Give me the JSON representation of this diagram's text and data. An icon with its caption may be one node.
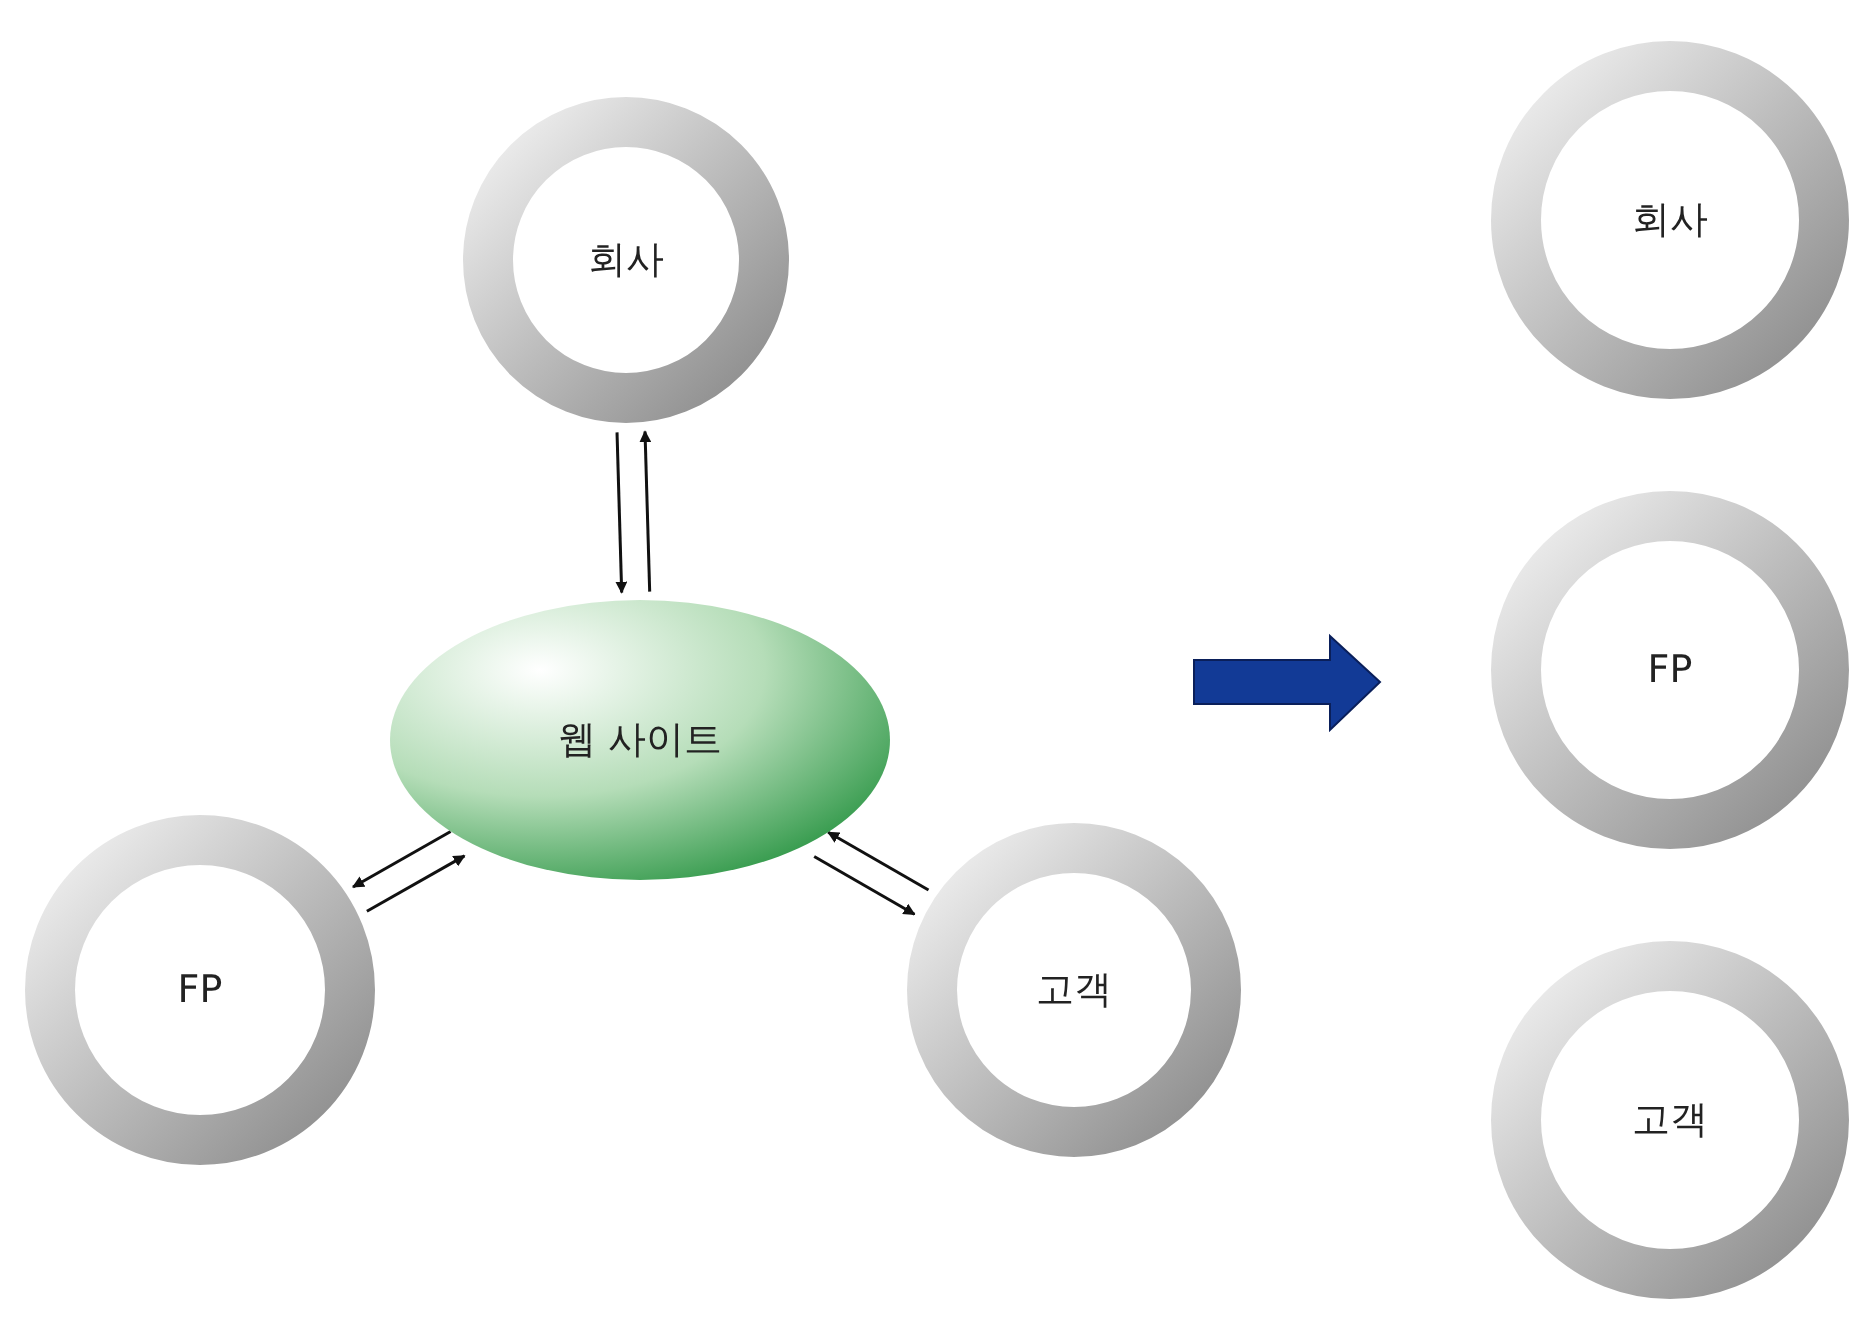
{
  "diagram": {
    "nodes": [
      {
        "text": [
          "회사"
        ]
      },
      {
        "text": [
          "웹 사이트"
        ]
      },
      {
        "text": [
          "FP"
        ]
      },
      {
        "text": [
          "고객"
        ]
      },
      {
        "text": [
          "회사"
        ]
      },
      {
        "text": [
          "FP"
        ]
      },
      {
        "text": [
          "고객"
        ]
      }
    ],
    "edges": [
      {
        "from": 0,
        "to": 1,
        "arrow": "to"
      },
      {
        "from": 1,
        "to": 0,
        "arrow": "to"
      },
      {
        "from": 1,
        "to": 2,
        "arrow": "to"
      },
      {
        "from": 2,
        "to": 1,
        "arrow": "to"
      },
      {
        "from": 1,
        "to": 3,
        "arrow": "to"
      },
      {
        "from": 3,
        "to": 1,
        "arrow": "to"
      }
    ]
  }
}
